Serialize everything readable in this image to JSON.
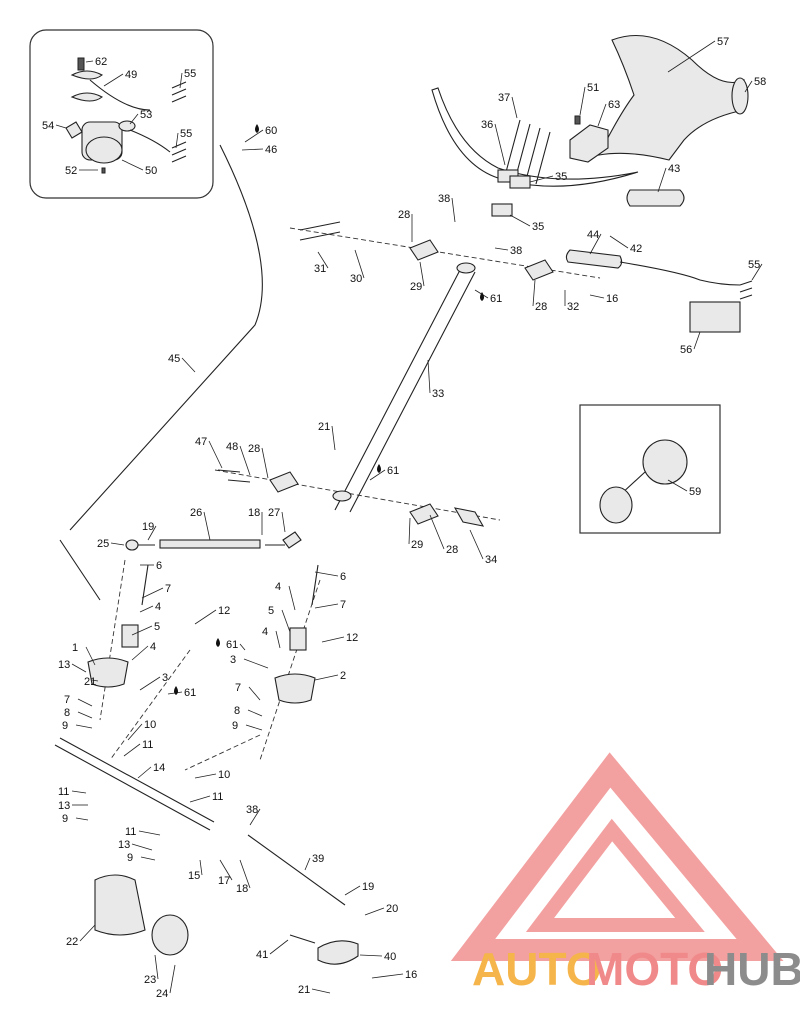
{
  "callouts": [
    {
      "label": "1"
    },
    {
      "label": "2"
    },
    {
      "label": "3"
    },
    {
      "label": "3"
    },
    {
      "label": "4"
    },
    {
      "label": "4"
    },
    {
      "label": "4"
    },
    {
      "label": "4"
    },
    {
      "label": "5"
    },
    {
      "label": "5"
    },
    {
      "label": "6"
    },
    {
      "label": "6"
    },
    {
      "label": "7"
    },
    {
      "label": "7"
    },
    {
      "label": "7"
    },
    {
      "label": "7"
    },
    {
      "label": "8"
    },
    {
      "label": "8"
    },
    {
      "label": "9"
    },
    {
      "label": "9"
    },
    {
      "label": "9"
    },
    {
      "label": "9"
    },
    {
      "label": "10"
    },
    {
      "label": "10"
    },
    {
      "label": "11"
    },
    {
      "label": "11"
    },
    {
      "label": "11"
    },
    {
      "label": "11"
    },
    {
      "label": "12"
    },
    {
      "label": "12"
    },
    {
      "label": "13"
    },
    {
      "label": "13"
    },
    {
      "label": "13"
    },
    {
      "label": "14"
    },
    {
      "label": "15"
    },
    {
      "label": "16"
    },
    {
      "label": "16"
    },
    {
      "label": "17"
    },
    {
      "label": "18"
    },
    {
      "label": "18"
    },
    {
      "label": "19"
    },
    {
      "label": "19"
    },
    {
      "label": "20"
    },
    {
      "label": "21"
    },
    {
      "label": "21"
    },
    {
      "label": "21"
    },
    {
      "label": "22"
    },
    {
      "label": "23"
    },
    {
      "label": "24"
    },
    {
      "label": "25"
    },
    {
      "label": "26"
    },
    {
      "label": "27"
    },
    {
      "label": "28"
    },
    {
      "label": "28"
    },
    {
      "label": "28"
    },
    {
      "label": "28"
    },
    {
      "label": "29"
    },
    {
      "label": "29"
    },
    {
      "label": "30"
    },
    {
      "label": "31"
    },
    {
      "label": "32"
    },
    {
      "label": "33"
    },
    {
      "label": "34"
    },
    {
      "label": "35"
    },
    {
      "label": "35"
    },
    {
      "label": "36"
    },
    {
      "label": "37"
    },
    {
      "label": "38"
    },
    {
      "label": "38"
    },
    {
      "label": "38"
    },
    {
      "label": "39"
    },
    {
      "label": "40"
    },
    {
      "label": "41"
    },
    {
      "label": "42"
    },
    {
      "label": "43"
    },
    {
      "label": "44"
    },
    {
      "label": "45"
    },
    {
      "label": "46"
    },
    {
      "label": "47"
    },
    {
      "label": "48"
    },
    {
      "label": "49"
    },
    {
      "label": "50"
    },
    {
      "label": "51"
    },
    {
      "label": "52"
    },
    {
      "label": "53"
    },
    {
      "label": "54"
    },
    {
      "label": "55"
    },
    {
      "label": "55"
    },
    {
      "label": "55"
    },
    {
      "label": "56"
    },
    {
      "label": "57"
    },
    {
      "label": "58"
    },
    {
      "label": "59"
    },
    {
      "label": "60"
    },
    {
      "label": "61"
    },
    {
      "label": "61"
    },
    {
      "label": "61"
    },
    {
      "label": "61"
    },
    {
      "label": "62"
    },
    {
      "label": "63"
    }
  ],
  "logo": {
    "word_auto": "AUTO",
    "word_moto": "MOTO",
    "word_hub": "HUB",
    "color_auto": "#f5b54a",
    "color_moto": "#f08a8a",
    "color_hub": "#8c8c8c",
    "color_mark": "#f08a8a"
  },
  "icons": {
    "lubricant": "oil-drop-icon"
  }
}
